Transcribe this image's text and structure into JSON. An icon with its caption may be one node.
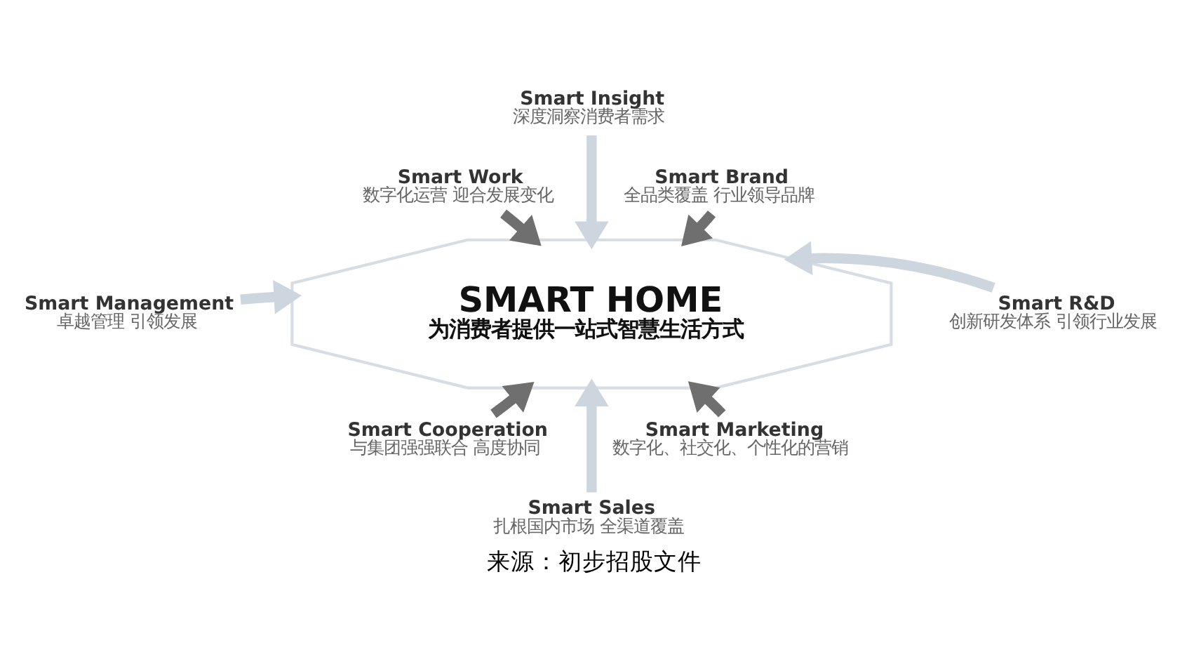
{
  "diagram": {
    "caption": "来源：初步招股文件",
    "nodes": [
      {
        "text": [
          "Smart Insight",
          "深度洞察消费者需求"
        ]
      },
      {
        "text": [
          "Smart Work",
          "数字化运营 迎合发展变化"
        ]
      },
      {
        "text": [
          "Smart Brand",
          "全品类覆盖 行业领导品牌"
        ]
      },
      {
        "text": [
          "SMART HOME",
          "为消费者提供一站式智慧生活方式"
        ]
      },
      {
        "text": [
          "Smart Management",
          "卓越管理 引领发展"
        ]
      },
      {
        "text": [
          "Smart R&D",
          "创新研发体系 引领行业发展"
        ]
      },
      {
        "text": [
          "Smart Cooperation",
          "与集团强强联合 高度协同"
        ]
      },
      {
        "text": [
          "Smart Marketing",
          "数字化、社交化、个性化的营销"
        ]
      },
      {
        "text": [
          "Smart Sales",
          "扎根国内市场 全渠道覆盖"
        ]
      }
    ],
    "edges": [
      {
        "from": 0,
        "to": 3,
        "arrow": "to",
        "color": "#cdd6de"
      },
      {
        "from": 1,
        "to": 3,
        "arrow": "to",
        "color": "#6f6f6f"
      },
      {
        "from": 2,
        "to": 3,
        "arrow": "to",
        "color": "#6f6f6f"
      },
      {
        "from": 4,
        "to": 3,
        "arrow": "to",
        "color": "#cdd6de"
      },
      {
        "from": 5,
        "to": 3,
        "arrow": "to",
        "color": "#cdd6de"
      },
      {
        "from": 6,
        "to": 3,
        "arrow": "to",
        "color": "#6f6f6f"
      },
      {
        "from": 7,
        "to": 3,
        "arrow": "to",
        "color": "#6f6f6f"
      },
      {
        "from": 8,
        "to": 3,
        "arrow": "to",
        "color": "#cdd6de"
      }
    ]
  }
}
